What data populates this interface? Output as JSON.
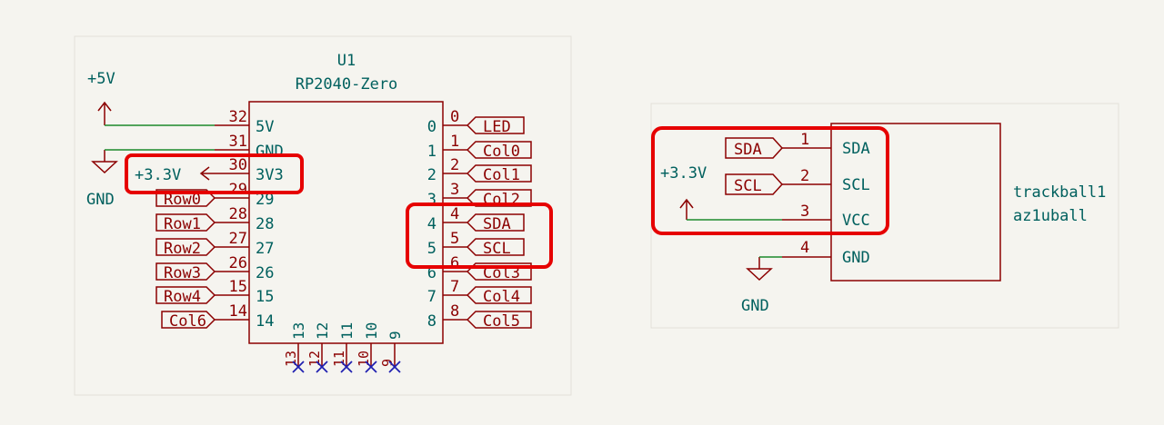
{
  "u1": {
    "ref": "U1",
    "value": "RP2040-Zero",
    "left_pins": [
      {
        "num": "32",
        "name": "5V"
      },
      {
        "num": "31",
        "name": "GND"
      },
      {
        "num": "30",
        "name": "3V3"
      },
      {
        "num": "29",
        "name": "29"
      },
      {
        "num": "28",
        "name": "28"
      },
      {
        "num": "27",
        "name": "27"
      },
      {
        "num": "26",
        "name": "26"
      },
      {
        "num": "15",
        "name": "15"
      },
      {
        "num": "14",
        "name": "14"
      }
    ],
    "right_pins": [
      {
        "num": "0",
        "name": "0"
      },
      {
        "num": "1",
        "name": "1"
      },
      {
        "num": "2",
        "name": "2"
      },
      {
        "num": "3",
        "name": "3"
      },
      {
        "num": "4",
        "name": "4"
      },
      {
        "num": "5",
        "name": "5"
      },
      {
        "num": "6",
        "name": "6"
      },
      {
        "num": "7",
        "name": "7"
      },
      {
        "num": "8",
        "name": "8"
      }
    ],
    "bottom_pins": [
      "13",
      "12",
      "11",
      "10",
      "9"
    ]
  },
  "left_labels": [
    "Row0",
    "Row1",
    "Row2",
    "Row3",
    "Row4",
    "Col6"
  ],
  "right_labels": [
    "LED",
    "Col0",
    "Col1",
    "Col2",
    "SDA",
    "SCL",
    "Col3",
    "Col4",
    "Col5"
  ],
  "power": {
    "p5v": "+5V",
    "gnd": "GND",
    "p33": "+3.3V"
  },
  "trackball": {
    "ref": "trackball1",
    "value": "az1uball",
    "pins": [
      {
        "num": "1",
        "name": "SDA"
      },
      {
        "num": "2",
        "name": "SCL"
      },
      {
        "num": "3",
        "name": "VCC"
      },
      {
        "num": "4",
        "name": "GND"
      }
    ],
    "labels": [
      "SDA",
      "SCL"
    ],
    "p33": "+3.3V",
    "gnd": "GND"
  },
  "colors": {
    "background": "#f5f4ef",
    "component": "#8b0000",
    "net_text": "#00605e",
    "wire": "#1d8a2b",
    "no_connect": "#2020b0",
    "highlight": "#e60000"
  }
}
